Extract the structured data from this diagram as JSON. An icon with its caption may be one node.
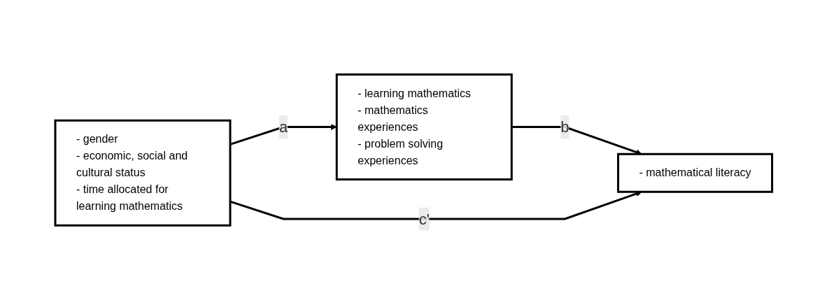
{
  "diagram": {
    "nodes": [
      {
        "text": [
          "- gender",
          "- economic, social and cultural status",
          "- time allocated for learning mathematics"
        ]
      },
      {
        "text": [
          "- learning mathematics",
          "- mathematics experiences",
          "- problem solving experiences"
        ]
      },
      {
        "text": [
          "- mathematical literacy"
        ]
      }
    ],
    "edges": [
      {
        "from": 0,
        "to": 1,
        "arrow": "to",
        "label": "a"
      },
      {
        "from": 1,
        "to": 2,
        "arrow": "to",
        "label": "b"
      },
      {
        "from": 0,
        "to": 2,
        "arrow": "to",
        "label": "c'"
      }
    ]
  }
}
